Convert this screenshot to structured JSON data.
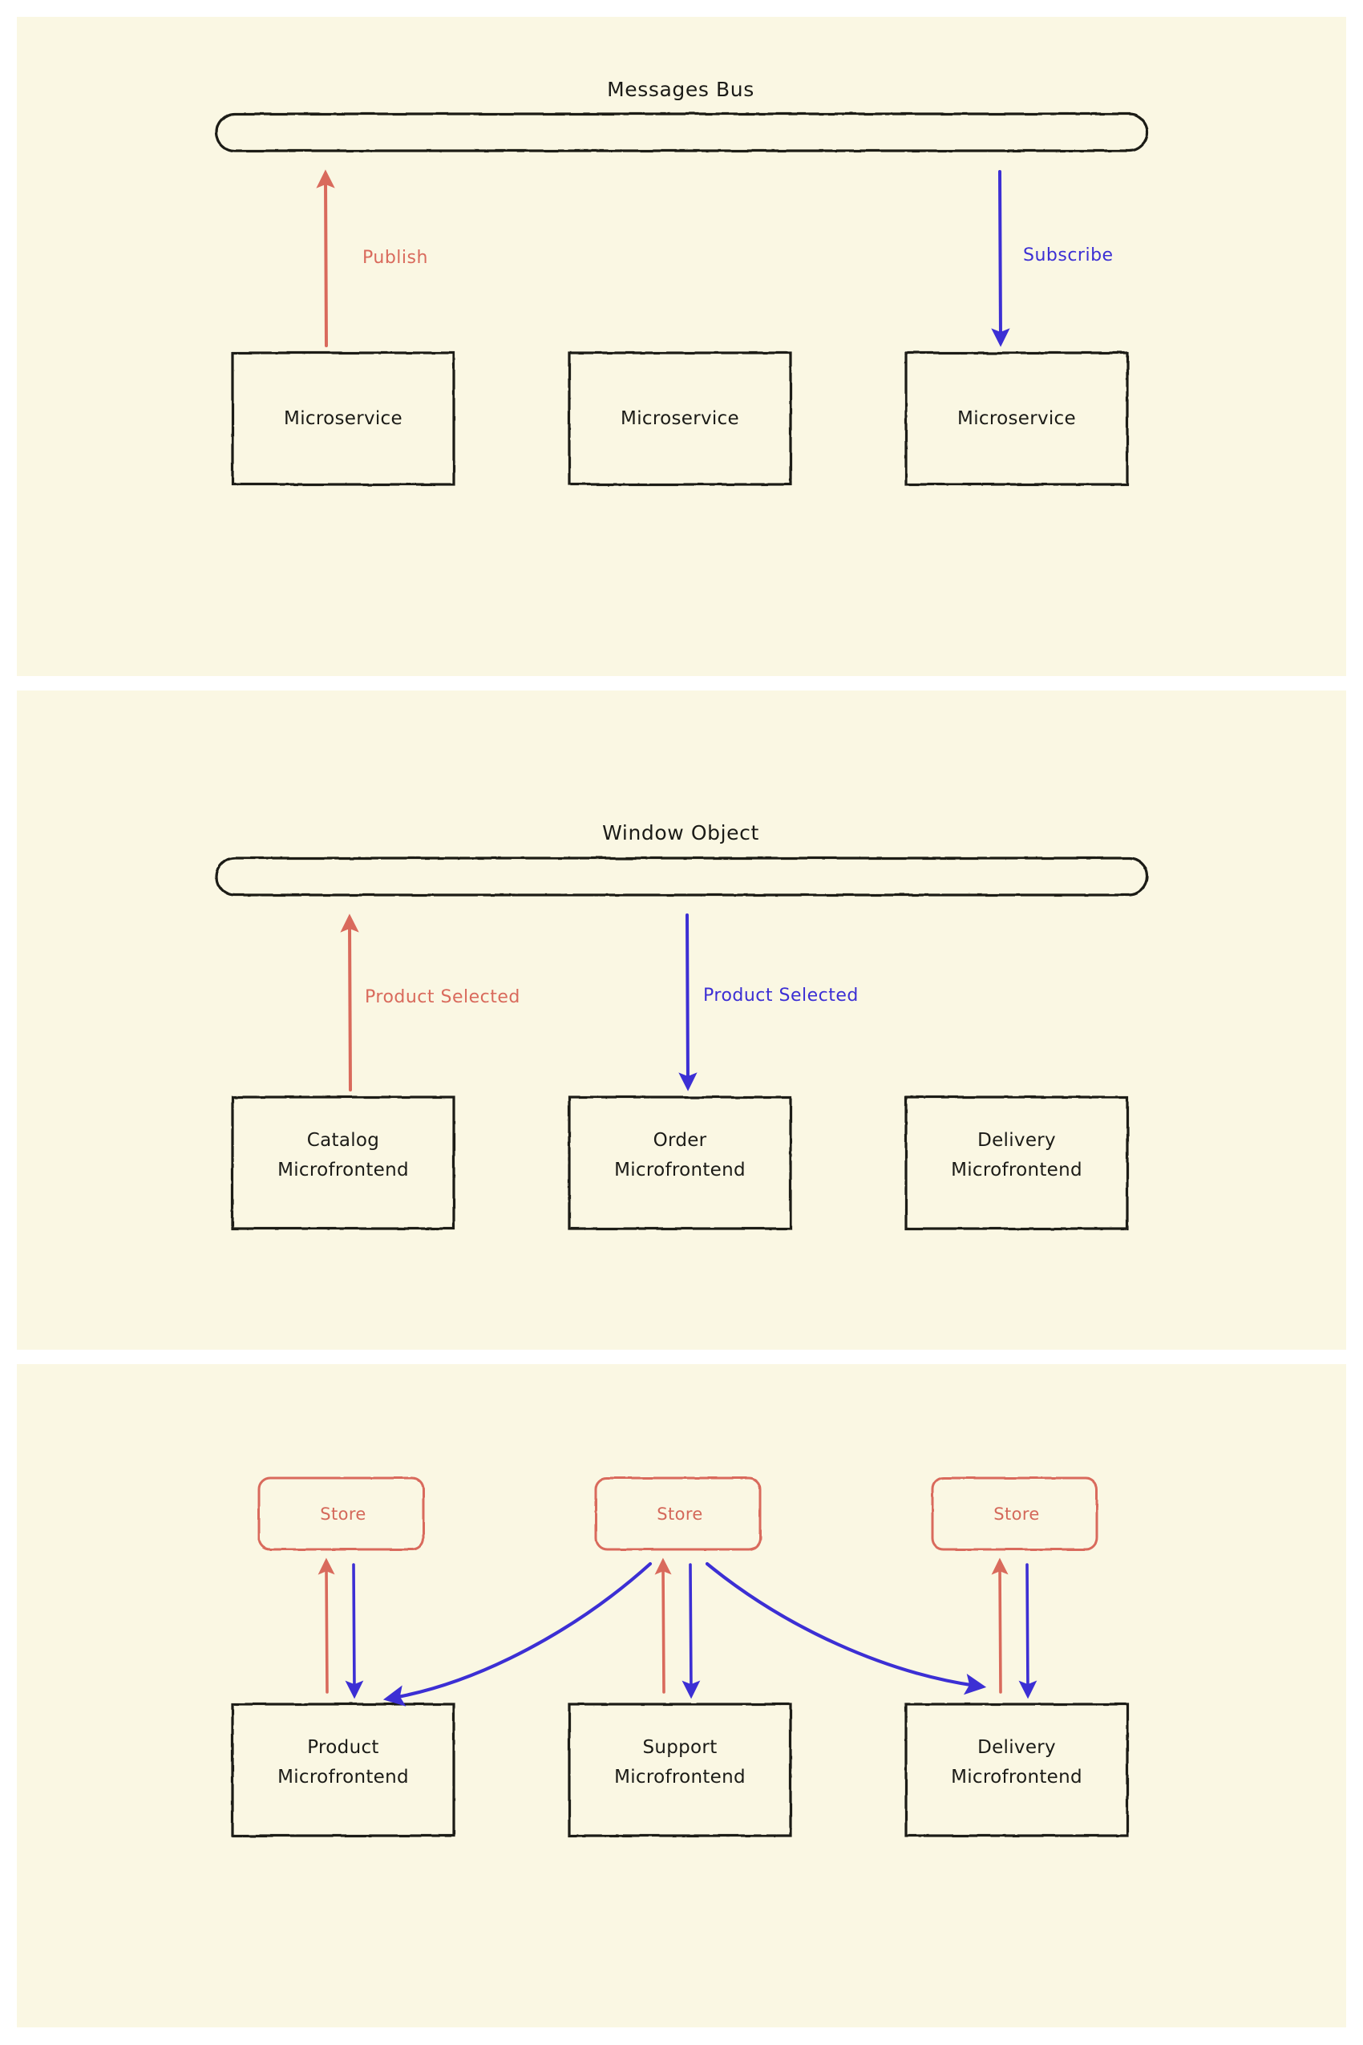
{
  "page": {
    "background_color": "#ffffff",
    "panel_background_color": "#faf7e3",
    "ink_color": "#1b1b17",
    "accent_red": "#d96a5c",
    "accent_blue": "#3c2fd4"
  },
  "panels": [
    {
      "id": "messages-bus",
      "title": "Messages Bus",
      "bus_label": "Messages Bus",
      "nodes": [
        {
          "label": "Microservice"
        },
        {
          "label": "Microservice"
        },
        {
          "label": "Microservice"
        }
      ],
      "edges": [
        {
          "label": "Publish",
          "color": "#d96a5c",
          "direction": "up",
          "from": "Microservice",
          "to": "Messages Bus"
        },
        {
          "label": "Subscribe",
          "color": "#3c2fd4",
          "direction": "down",
          "from": "Messages Bus",
          "to": "Microservice"
        }
      ]
    },
    {
      "id": "window-object",
      "title": "Window Object",
      "bus_label": "Window Object",
      "nodes": [
        {
          "line1": "Catalog",
          "line2": "Microfrontend"
        },
        {
          "line1": "Order",
          "line2": "Microfrontend"
        },
        {
          "line1": "Delivery",
          "line2": "Microfrontend"
        }
      ],
      "edges": [
        {
          "label": "Product Selected",
          "color": "#d96a5c",
          "direction": "up",
          "from": "Catalog Microfrontend",
          "to": "Window Object"
        },
        {
          "label": "Product Selected",
          "color": "#3c2fd4",
          "direction": "down",
          "from": "Window Object",
          "to": "Order Microfrontend"
        }
      ]
    },
    {
      "id": "store-mfe",
      "title": "",
      "stores": [
        {
          "label": "Store"
        },
        {
          "label": "Store"
        },
        {
          "label": "Store"
        }
      ],
      "nodes": [
        {
          "line1": "Product",
          "line2": "Microfrontend"
        },
        {
          "line1": "Support",
          "line2": "Microfrontend"
        },
        {
          "line1": "Delivery",
          "line2": "Microfrontend"
        }
      ],
      "edges": [
        {
          "label": "",
          "color": "#d96a5c",
          "direction": "up",
          "from": "Product Microfrontend",
          "to": "Store 1"
        },
        {
          "label": "",
          "color": "#3c2fd4",
          "direction": "down",
          "from": "Store 1",
          "to": "Product Microfrontend"
        },
        {
          "label": "",
          "color": "#d96a5c",
          "direction": "up",
          "from": "Support Microfrontend",
          "to": "Store 2"
        },
        {
          "label": "",
          "color": "#3c2fd4",
          "direction": "down",
          "from": "Store 2",
          "to": "Support Microfrontend"
        },
        {
          "label": "",
          "color": "#d96a5c",
          "direction": "up",
          "from": "Delivery Microfrontend",
          "to": "Store 3"
        },
        {
          "label": "",
          "color": "#3c2fd4",
          "direction": "down",
          "from": "Store 3",
          "to": "Delivery Microfrontend"
        },
        {
          "label": "",
          "color": "#3c2fd4",
          "direction": "curve-left",
          "from": "Store 2",
          "to": "Product Microfrontend"
        },
        {
          "label": "",
          "color": "#3c2fd4",
          "direction": "curve-right",
          "from": "Store 2",
          "to": "Delivery Microfrontend"
        }
      ]
    }
  ]
}
